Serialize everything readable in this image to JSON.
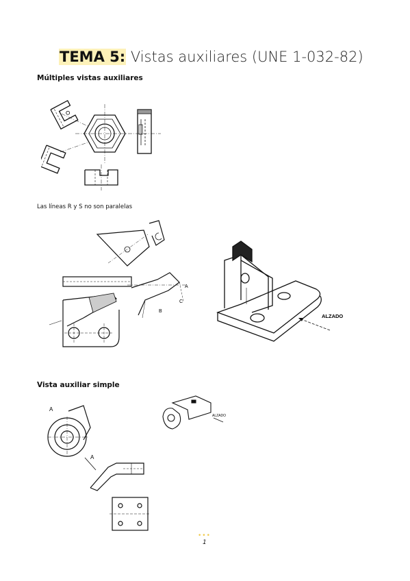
{
  "title": {
    "tema": "TEMA 5:",
    "rest": " Vistas auxiliares (UNE 1-032-82)"
  },
  "sections": {
    "multiple": "Múltiples vistas auxiliares",
    "caption_rs": "Las líneas R y S no son paralelas",
    "simple": "Vista auxiliar simple"
  },
  "figure_labels": {
    "alzado": "ALZADO",
    "alzado_small": "ALZADO",
    "a": "A",
    "b": "B",
    "c": "C",
    "a_simple": "A",
    "a_simple2": "A"
  },
  "footer": {
    "dots": "•••",
    "page_number": "1"
  }
}
